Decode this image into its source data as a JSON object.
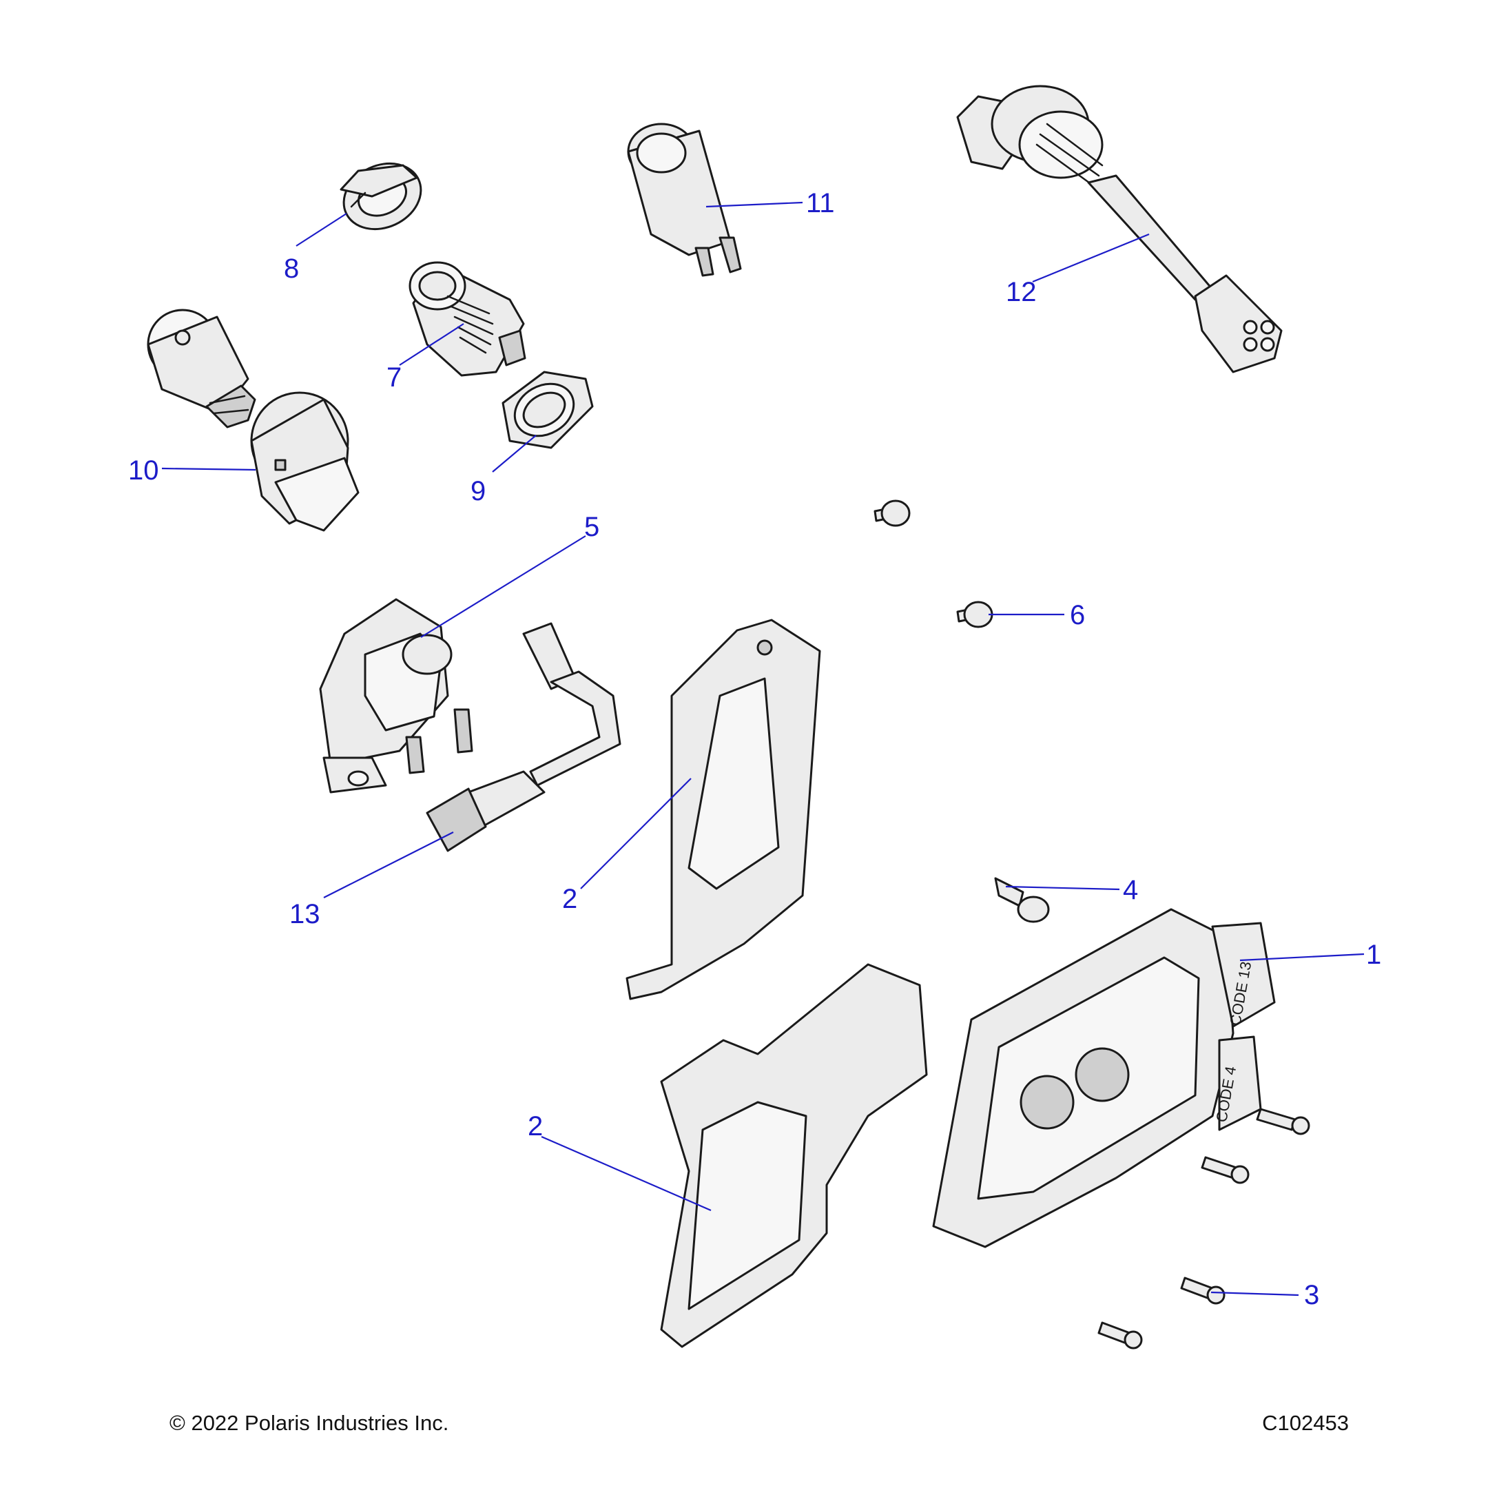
{
  "callouts": {
    "c1": "1",
    "c2a": "2",
    "c2b": "2",
    "c3": "3",
    "c4": "4",
    "c5": "5",
    "c6": "6",
    "c7": "7",
    "c8": "8",
    "c9": "9",
    "c10": "10",
    "c11": "11",
    "c12": "12",
    "c13": "13"
  },
  "module_markings": {
    "code_upper": "CODE 13",
    "code_lower": "CODE 4"
  },
  "footer": {
    "copyright": "© 2022 Polaris Industries Inc.",
    "figure_id": "C102453"
  },
  "colors": {
    "callout": "#1c1cc8",
    "part_fill": "#ececec",
    "outline": "#1a1a1a"
  }
}
